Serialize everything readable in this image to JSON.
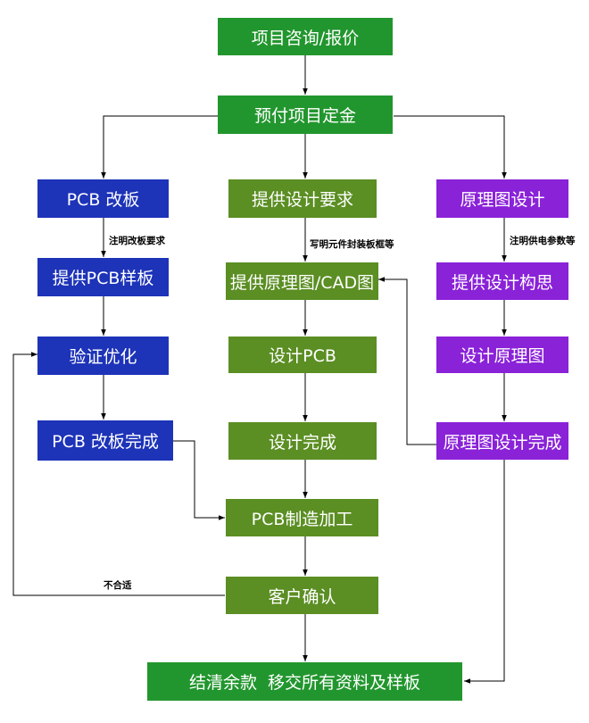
{
  "colors": {
    "top_green": "#22962e",
    "center_olive": "#5b8e23",
    "left_blue": "#1d33b8",
    "right_purple": "#8a22d8",
    "text": "#ffffff",
    "arrow": "#000000"
  },
  "top": {
    "inquiry": "项目咨询/报价",
    "deposit": "预付项目定金"
  },
  "left": {
    "pcb_modify": "PCB 改板",
    "provide_sample": "提供PCB样板",
    "verify_optimize": "验证优化",
    "modify_done": "PCB 改板完成",
    "note_requirements": "注明改板要求",
    "note_unsuitable": "不合适"
  },
  "center": {
    "design_requirements": "提供设计要求",
    "provide_schematic": "提供原理图/CAD图",
    "design_pcb": "设计PCB",
    "design_done": "设计完成",
    "manufacture": "PCB制造加工",
    "customer_confirm": "客户确认",
    "note_components": "写明元件封装板框等"
  },
  "right": {
    "schematic_design": "原理图设计",
    "provide_concept": "提供设计构思",
    "design_schematic": "设计原理图",
    "schematic_done": "原理图设计完成",
    "note_parameters": "注明供电参数等"
  },
  "bottom": {
    "final_settlement": "结清余款  移交所有资料及样板"
  }
}
